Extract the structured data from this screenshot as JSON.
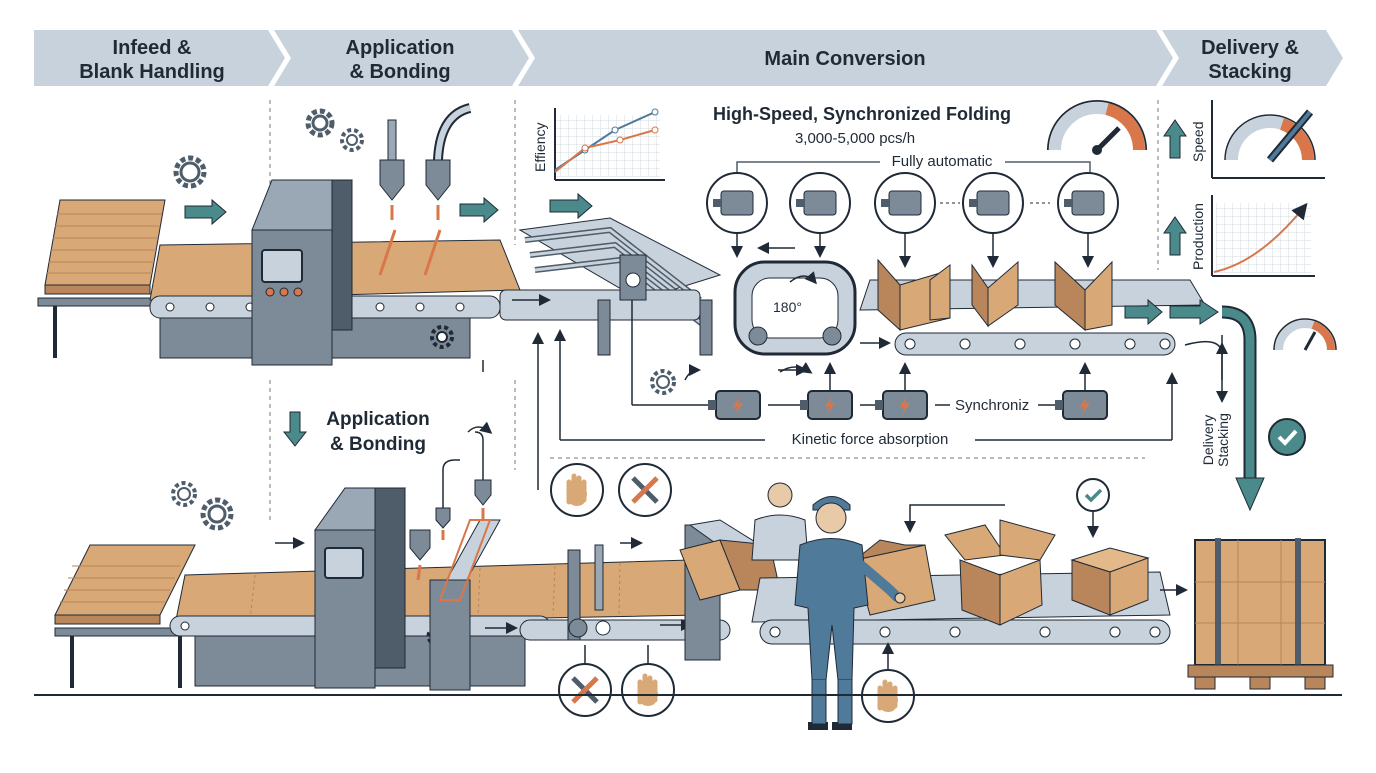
{
  "stages": [
    {
      "line1": "Infeed &",
      "line2": "Blank Handling"
    },
    {
      "line1": "Application",
      "line2": "& Bonding"
    },
    {
      "line1": "Main Conversion",
      "line2": ""
    },
    {
      "line1": "Delivery &",
      "line2": "Stacking"
    }
  ],
  "folding": {
    "title": "High-Speed, Synchronized Folding",
    "rate": "3,000-5,000 pcs/h",
    "mode": "Fully automatic",
    "rotation": "180°",
    "sync_label": "Synchroniz",
    "kinetic_label": "Kinetic force absorption"
  },
  "lower_line": {
    "line1": "Application",
    "line2": "& Bonding"
  },
  "charts": {
    "efficiency_ylabel": "Effiency",
    "speed_ylabel": "Speed",
    "production_ylabel": "Production"
  },
  "delivery": {
    "line1": "Delivery",
    "line2": "Stacking"
  },
  "colors": {
    "band": "#c8d2dc",
    "steel": "#7d8b99",
    "steel_dark": "#4f5d6b",
    "teal": "#4a8a8a",
    "cardboard": "#d9a877",
    "cardboard_dark": "#b9855a",
    "ink": "#1f2a36",
    "orange": "#d9774a"
  },
  "icons": [
    "gear-icon",
    "arrow-right-icon",
    "motor-icon",
    "electric-motor-icon",
    "gauge-icon",
    "hand-stop-icon",
    "tools-icon",
    "check-icon",
    "glue-nozzle-icon",
    "rotate-icon"
  ]
}
